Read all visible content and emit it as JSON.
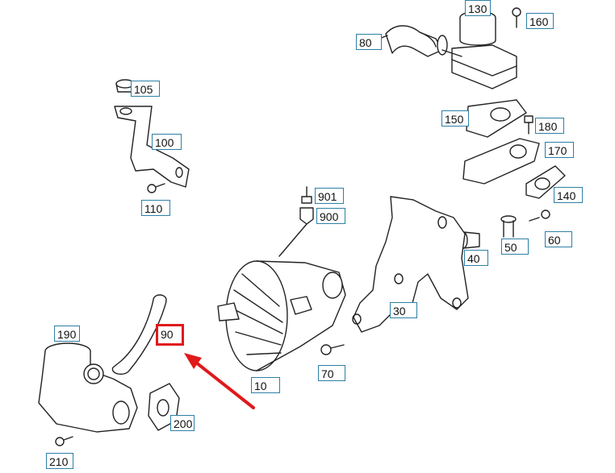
{
  "parts_diagram": {
    "labels": {
      "p10": "10",
      "p30": "30",
      "p40": "40",
      "p50": "50",
      "p60": "60",
      "p70": "70",
      "p80": "80",
      "p90": "90",
      "p100": "100",
      "p105": "105",
      "p110": "110",
      "p130": "130",
      "p140": "140",
      "p150": "150",
      "p160": "160",
      "p170": "170",
      "p180": "180",
      "p190": "190",
      "p200": "200",
      "p210": "210",
      "p900": "900",
      "p901": "901"
    },
    "highlighted_part": "90",
    "highlight_color": "#e0191b",
    "label_border_color": "#2d7fa6"
  }
}
